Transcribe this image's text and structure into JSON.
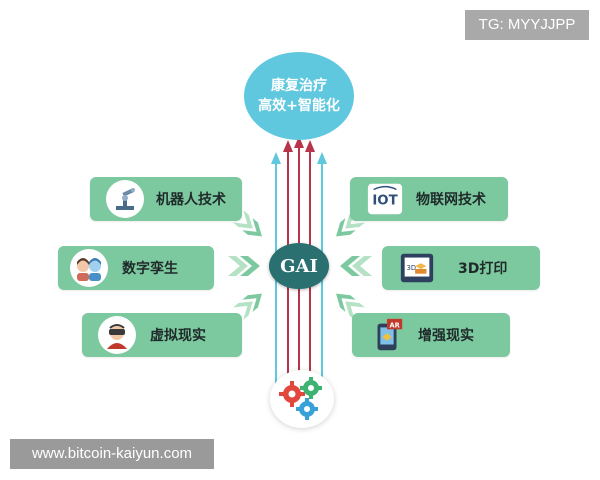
{
  "corner_badge": "TG: MYYJJPP",
  "footer_url": "www.bitcoin-kaiyun.com",
  "goal": {
    "line1": "康复治疗",
    "line2": "高效+智能化"
  },
  "hub": {
    "label": "GAI"
  },
  "left_items": [
    {
      "label": "机器人技术",
      "icon": "robot-arm-icon"
    },
    {
      "label": "数字孪生",
      "icon": "digital-twin-faces-icon"
    },
    {
      "label": "虚拟现实",
      "icon": "vr-headset-icon"
    }
  ],
  "right_items": [
    {
      "label": "物联网技术",
      "icon": "iot-icon",
      "icon_text": "IOT"
    },
    {
      "label": "3D打印",
      "icon": "3d-printer-icon",
      "icon_text": "3D"
    },
    {
      "label": "增强现实",
      "icon": "ar-device-icon",
      "icon_text": "AR"
    }
  ],
  "colors": {
    "card": "#7dc99f",
    "goal": "#5fc7de",
    "hub": "#2a7070",
    "arrow_red": "#b8344a",
    "arrow_blue": "#5fc7de",
    "chevron": "#7dc99f"
  }
}
